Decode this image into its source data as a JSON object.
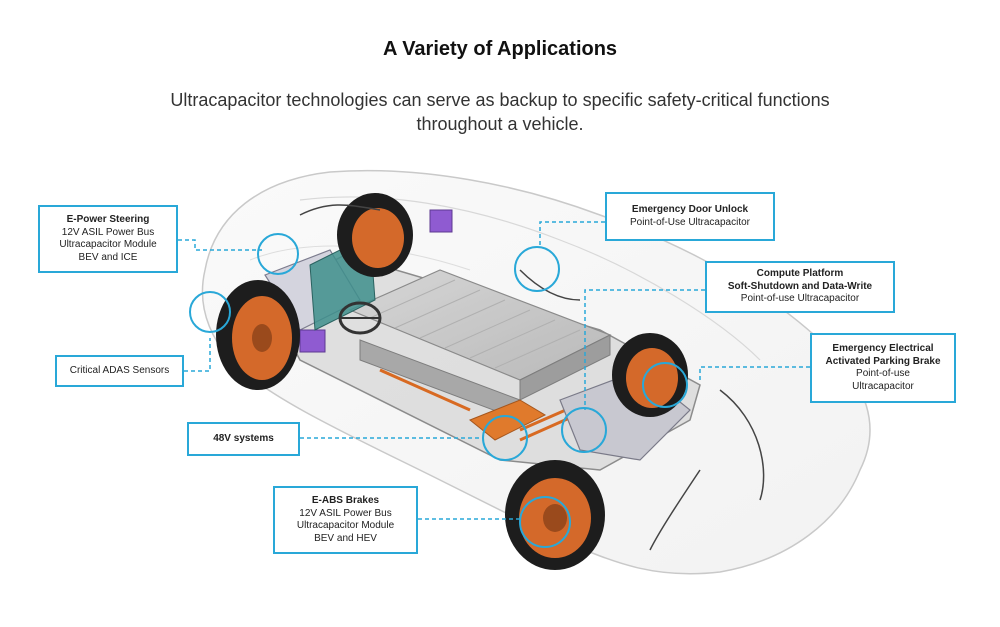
{
  "header": {
    "title": "A Variety of Applications",
    "subtitle": "Ultracapacitor technologies can serve as backup to specific safety-critical functions throughout a vehicle."
  },
  "colors": {
    "callout_border": "#29a8d8",
    "battery_orange": "#e07a2c",
    "wheel_orange": "#d4692a"
  },
  "callouts": {
    "e_power_steering": {
      "title": "E-Power Steering",
      "lines": [
        "12V ASIL Power Bus",
        "Ultracapacitor Module",
        "BEV and ICE"
      ]
    },
    "critical_adas": {
      "title": "Critical ADAS Sensors"
    },
    "v48_systems": {
      "title": "48V systems"
    },
    "e_abs_brakes": {
      "title": "E-ABS Brakes",
      "lines": [
        "12V ASIL Power Bus",
        "Ultracapacitor Module",
        "BEV and HEV"
      ]
    },
    "emergency_door_unlock": {
      "title": "Emergency Door Unlock",
      "lines": [
        "Point-of-Use Ultracapacitor"
      ]
    },
    "compute_platform": {
      "title_lines": [
        "Compute Platform",
        "Soft-Shutdown and Data-Write"
      ],
      "lines": [
        "Point-of-use Ultracapacitor"
      ]
    },
    "parking_brake": {
      "title_lines": [
        "Emergency Electrical",
        "Activated Parking Brake"
      ],
      "lines": [
        "Point-of-use",
        "Ultracapacitor"
      ]
    }
  }
}
